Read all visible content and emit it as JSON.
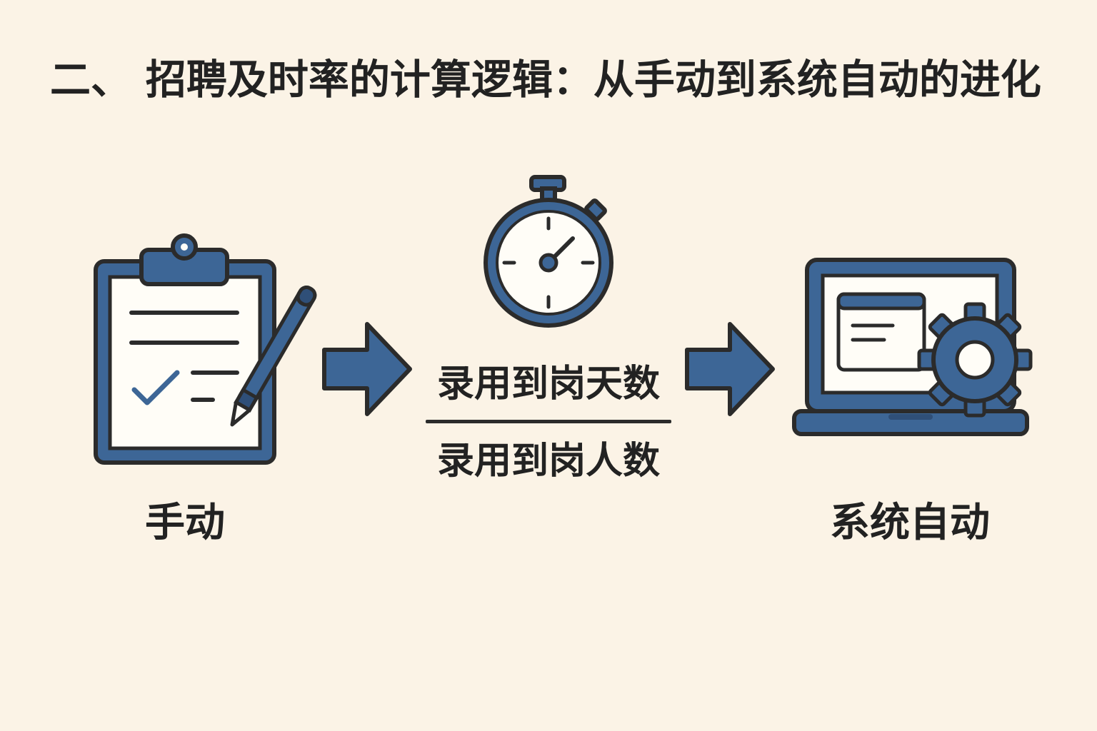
{
  "title": "二、 招聘及时率的计算逻辑：从手动到系统自动的进化",
  "left_label": "手动",
  "right_label": "系统自动",
  "formula": {
    "numerator": "录用到岗天数",
    "denominator": "录用到岗人数"
  },
  "colors": {
    "background": "#fbf3e6",
    "primary": "#3d6696",
    "stroke": "#2b2b2b"
  },
  "icons": {
    "left": "clipboard-pen-icon",
    "middle": "stopwatch-icon",
    "right": "laptop-gear-icon",
    "arrows": "arrow-right-icon"
  }
}
